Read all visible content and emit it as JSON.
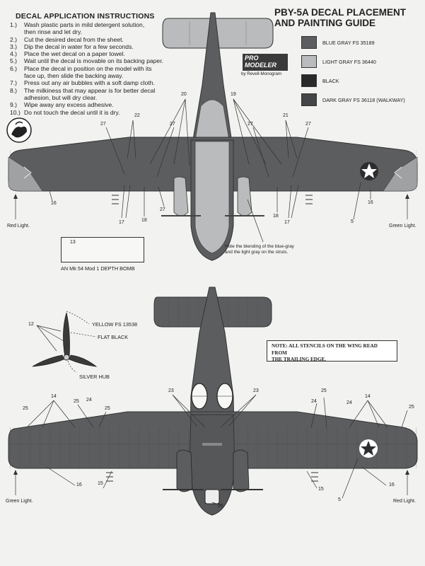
{
  "instructions": {
    "title": "DECAL APPLICATION INSTRUCTIONS",
    "steps": [
      {
        "n": "1.)",
        "text": "Wash plastic parts in mild detergent solution,"
      },
      {
        "n": "",
        "text": "then rinse and let dry."
      },
      {
        "n": "2.)",
        "text": "Cut the desired decal from the sheet."
      },
      {
        "n": "3.)",
        "text": "Dip the decal in water for a few seconds."
      },
      {
        "n": "4.)",
        "text": "Place the wet decal on a paper towel."
      },
      {
        "n": "5.)",
        "text": "Wait until the decal is movable on its backing paper."
      },
      {
        "n": "6.)",
        "text": "Place the decal in position on the model with its"
      },
      {
        "n": "",
        "text": "face up, then slide the backing away."
      },
      {
        "n": "7.)",
        "text": "Press out any air bubbles with a soft damp cloth."
      },
      {
        "n": "8.)",
        "text": "The milkiness that may appear is for better decal"
      },
      {
        "n": "",
        "text": "adhesion, but will dry clear."
      },
      {
        "n": "9.)",
        "text": "Wipe away any excess adhesive."
      },
      {
        "n": "10.)",
        "text": "Do not touch the decal until it is dry."
      }
    ]
  },
  "guide": {
    "title_line1": "PBY-5A DECAL PLACEMENT",
    "title_line2": "AND PAINTING GUIDE"
  },
  "legend": [
    {
      "label": "BLUE GRAY FS 35189",
      "color": "#5b5d5f"
    },
    {
      "label": "LIGHT GRAY FS 36440",
      "color": "#b9bbbc"
    },
    {
      "label": "BLACK",
      "color": "#2a2a2a"
    },
    {
      "label": "DARK GRAY FS 36118 (WALKWAY)",
      "color": "#444546"
    }
  ],
  "logo": {
    "line1": "PRO",
    "line2": "MODELER",
    "by": "by Revell-Monogram"
  },
  "top_view": {
    "light_left": "Red Light.",
    "light_right": "Green Light.",
    "note": "Note the blending of the blue-gray",
    "note2": "and the light gray on the struts.",
    "callouts": [
      "20",
      "19",
      "22",
      "21",
      "27",
      "27",
      "27",
      "27",
      "16",
      "16",
      "17",
      "17",
      "18",
      "18",
      "27",
      "5"
    ]
  },
  "bomb": {
    "number": "13",
    "caption": "AN Mk 54 Mod 1 DEPTH BOMB"
  },
  "propeller": {
    "number": "12",
    "yellow": "YELLOW FS 13538",
    "black": "FLAT BLACK",
    "hub": "SILVER HUB"
  },
  "stencil_note": {
    "line1": "NOTE: ALL STENCILS ON THE WING READ FROM",
    "line2": "THE TRAILING EDGE."
  },
  "bottom_view": {
    "light_left": "Green Light.",
    "light_right": "Red Light.",
    "callouts": [
      "23",
      "23",
      "14",
      "14",
      "25",
      "25",
      "24",
      "25",
      "25",
      "24",
      "24",
      "25",
      "16",
      "15",
      "15",
      "16",
      "26",
      "5"
    ]
  },
  "colors": {
    "dark": "#5b5d5f",
    "light": "#b9bbbc",
    "line": "#333333",
    "paper": "#f2f2f0"
  }
}
